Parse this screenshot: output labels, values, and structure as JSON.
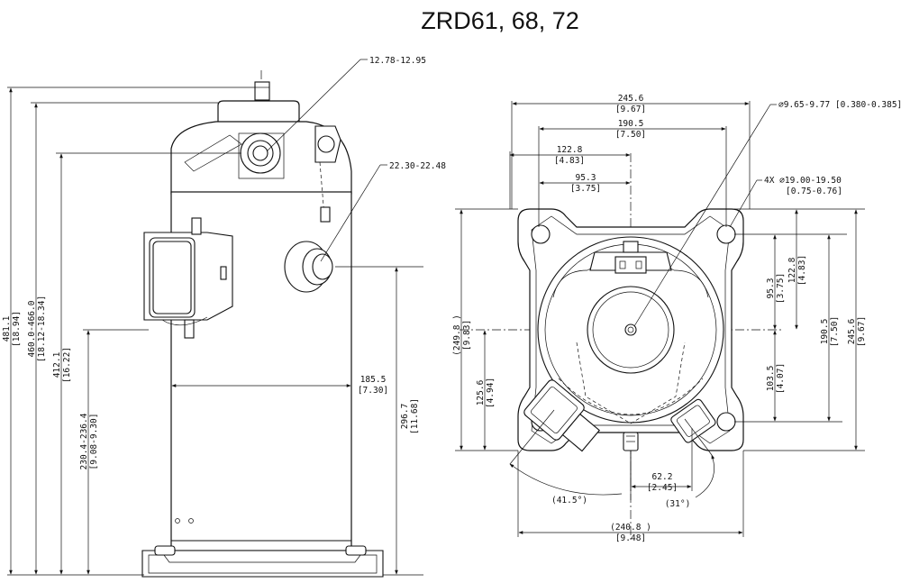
{
  "title": "ZRD61, 68, 72",
  "side_view": {
    "labels": {
      "fitting_top": "12.78-12.95",
      "fitting_side": "22.30-22.48",
      "height_total": "481.1",
      "height_total_in": "[18.94]",
      "height_range": "460.0-466.0",
      "height_range_in": "[18.12-18.34]",
      "height_412": "412.1",
      "height_412_in": "[16.22]",
      "height_230": "230.4-236.4",
      "height_230_in": "[9.08-9.30]",
      "width_185": "185.5",
      "width_185_in": "[7.30]",
      "height_296": "296.7",
      "height_296_in": "[11.68]"
    }
  },
  "top_view": {
    "labels": {
      "w_245": "245.6",
      "w_245_in": "[9.67]",
      "w_190": "190.5",
      "w_190_in": "[7.50]",
      "w_122": "122.8",
      "w_122_in": "[4.83]",
      "w_95": "95.3",
      "w_95_in": "[3.75]",
      "hole_dia": "⌀9.65-9.77 [0.380-0.385]",
      "mount_holes": "4X ⌀19.00-19.50",
      "mount_holes_in": "[0.75-0.76]",
      "h_249": "(249.8 )",
      "h_249_in": "[9.83]",
      "h_125": "125.6",
      "h_125_in": "[4.94]",
      "r_95": "95.3",
      "r_95_in": "[3.75]",
      "r_122": "122.8",
      "r_122_in": "[4.83]",
      "r_103": "103.5",
      "r_103_in": "[4.07]",
      "r_190": "190.5",
      "r_190_in": "[7.50]",
      "r_245": "245.6",
      "r_245_in": "[9.67]",
      "w_62": "62.2",
      "w_62_in": "[2.45]",
      "angle_415": "(41.5°)",
      "angle_31": "(31°)",
      "w_240": "(240.8 )",
      "w_240_in": "[9.48]"
    }
  }
}
